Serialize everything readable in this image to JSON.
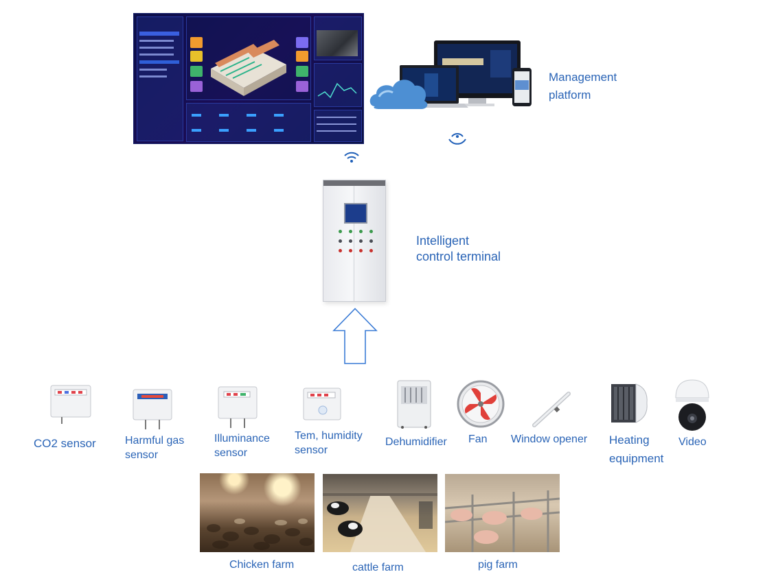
{
  "labels": {
    "management_platform": [
      "Management",
      "platform"
    ],
    "control_terminal": [
      "Intelligent",
      "control terminal"
    ]
  },
  "devices": [
    {
      "id": "co2",
      "lines": [
        "CO2 sensor"
      ],
      "icon": "co2-sensor-icon"
    },
    {
      "id": "gas",
      "lines": [
        "Harmful gas",
        "sensor"
      ],
      "icon": "gas-sensor-icon"
    },
    {
      "id": "lux",
      "lines": [
        "Illuminance",
        "sensor"
      ],
      "icon": "illuminance-sensor-icon"
    },
    {
      "id": "temp",
      "lines": [
        "Tem, humidity",
        "sensor"
      ],
      "icon": "temp-humidity-sensor-icon"
    },
    {
      "id": "dehum",
      "lines": [
        "Dehumidifier"
      ],
      "icon": "dehumidifier-icon"
    },
    {
      "id": "fan",
      "lines": [
        "Fan"
      ],
      "icon": "fan-icon"
    },
    {
      "id": "window",
      "lines": [
        "Window opener"
      ],
      "icon": "window-opener-icon"
    },
    {
      "id": "heat",
      "lines": [
        "Heating",
        "equipment"
      ],
      "icon": "heating-equipment-icon"
    },
    {
      "id": "video",
      "lines": [
        "Video"
      ],
      "icon": "video-camera-icon"
    }
  ],
  "farms": [
    {
      "id": "chicken",
      "label": "Chicken farm"
    },
    {
      "id": "cattle",
      "label": "cattle farm"
    },
    {
      "id": "pig",
      "label": "pig farm"
    }
  ],
  "colors": {
    "label": "#2a64b6",
    "arrow": "#3a7bd5",
    "wifi": "#1f5fb8"
  }
}
